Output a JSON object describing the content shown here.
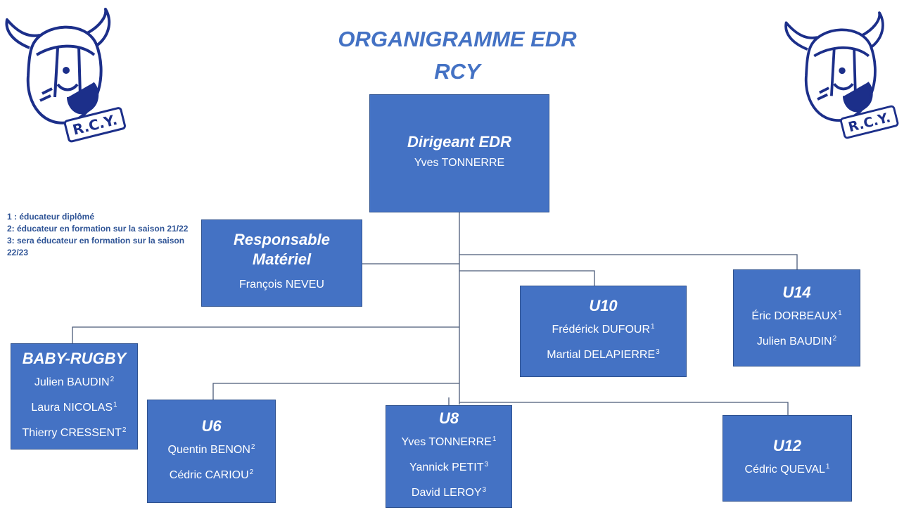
{
  "title": {
    "line1": "ORGANIGRAMME EDR",
    "line2": "RCY"
  },
  "logo": {
    "text": "R.C.Y."
  },
  "legend": [
    "1 : éducateur diplômé",
    "2: éducateur en formation sur la saison 21/22",
    "3: sera éducateur en formation sur la saison 22/23"
  ],
  "boxes": {
    "dirigeant": {
      "role": "Dirigeant EDR",
      "members": [
        {
          "name": "Yves TONNERRE",
          "sup": ""
        }
      ]
    },
    "materiel": {
      "role_line1": "Responsable",
      "role_line2": "Matériel",
      "members": [
        {
          "name": "François NEVEU",
          "sup": ""
        }
      ]
    },
    "u10": {
      "role": "U10",
      "members": [
        {
          "name": "Frédérick DUFOUR",
          "sup": "1"
        },
        {
          "name": "Martial DELAPIERRE",
          "sup": "3"
        }
      ]
    },
    "u14": {
      "role": "U14",
      "members": [
        {
          "name": "Éric DORBEAUX",
          "sup": "1"
        },
        {
          "name": "Julien BAUDIN",
          "sup": "2"
        }
      ]
    },
    "baby": {
      "role": "BABY-RUGBY",
      "members": [
        {
          "name": "Julien BAUDIN",
          "sup": "2"
        },
        {
          "name": "Laura NICOLAS",
          "sup": "1"
        },
        {
          "name": "Thierry CRESSENT",
          "sup": "2"
        }
      ]
    },
    "u6": {
      "role": "U6",
      "members": [
        {
          "name": "Quentin BENON",
          "sup": "2"
        },
        {
          "name": "Cédric CARIOU",
          "sup": "2"
        }
      ]
    },
    "u8": {
      "role": "U8",
      "members": [
        {
          "name": "Yves TONNERRE",
          "sup": "1"
        },
        {
          "name": "Yannick PETIT",
          "sup": "3"
        },
        {
          "name": "David LEROY",
          "sup": "3"
        }
      ]
    },
    "u12": {
      "role": "U12",
      "members": [
        {
          "name": "Cédric QUEVAL",
          "sup": "1"
        }
      ]
    }
  }
}
